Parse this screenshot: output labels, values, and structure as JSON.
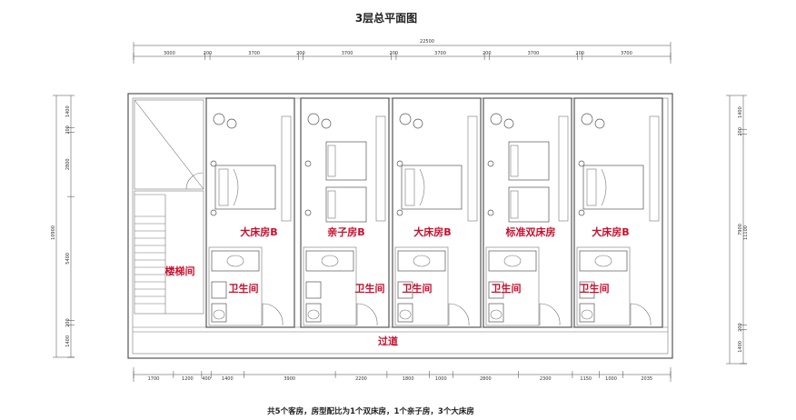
{
  "title": "3层总平面图",
  "caption": "共5个客房，房型配比为1个双床房，1个亲子房，3个大床房",
  "dimensions": {
    "top_total": "22500",
    "top": [
      "3000",
      "200",
      "3700",
      "200",
      "3700",
      "200",
      "3700",
      "200",
      "3700",
      "200",
      "3700"
    ],
    "bottom": [
      "1700",
      "1200",
      "400",
      "1400",
      "3900",
      "2200",
      "1800",
      "1000",
      "2800",
      "2300",
      "1150",
      "1000",
      "2035"
    ],
    "left_total": "10900",
    "left": [
      "1400",
      "200",
      "2800",
      "5400",
      "200",
      "1400"
    ],
    "right_total": "11100",
    "right": [
      "1400",
      "200",
      "7900",
      "200",
      "1400"
    ]
  },
  "labels": {
    "room_1": "大床房B",
    "room_2": "亲子房B",
    "room_3": "大床房B",
    "room_4": "标准双床房",
    "room_5": "大床房B",
    "stair": "楼梯间",
    "bath_1": "卫生间",
    "bath_2": "卫生间",
    "bath_3": "卫生间",
    "bath_4": "卫生间",
    "bath_5": "卫生间",
    "corridor": "过道"
  },
  "colors": {
    "label": "#c8102e",
    "line": "#555555"
  }
}
